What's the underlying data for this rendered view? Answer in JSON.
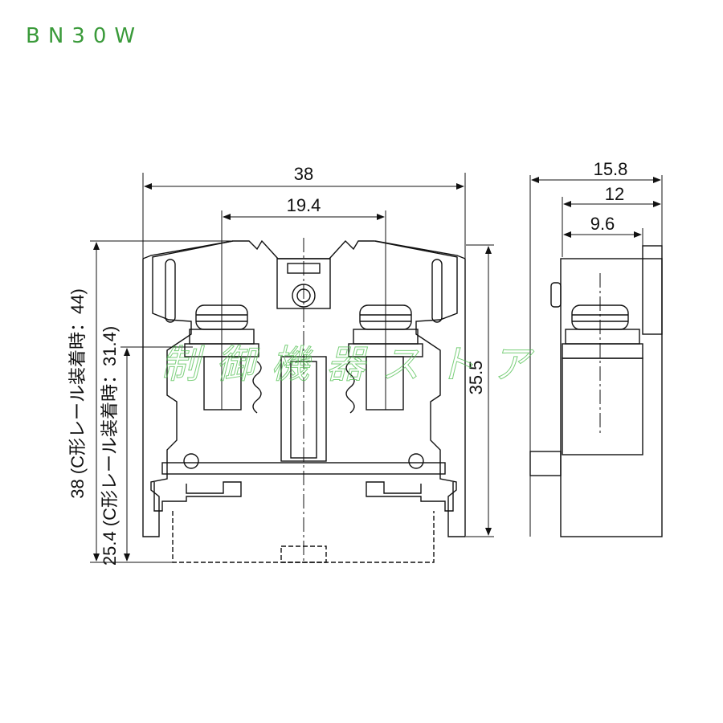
{
  "title": "BN30W",
  "front_view": {
    "width": "38",
    "pitch": "19.4",
    "height": "35.5",
    "height_c_rail_44": "38 (C形レール装着時：44)",
    "height_c_rail_31": "25.4 (C形レール装着時：31.4)"
  },
  "side_view": {
    "depth_total": "15.8",
    "depth_mid": "12",
    "depth_screw": "9.6"
  },
  "watermark": "制御機器ストア",
  "colors": {
    "title": "#3a9a3a",
    "line": "#111111",
    "watermark": "#4fbf4f"
  }
}
